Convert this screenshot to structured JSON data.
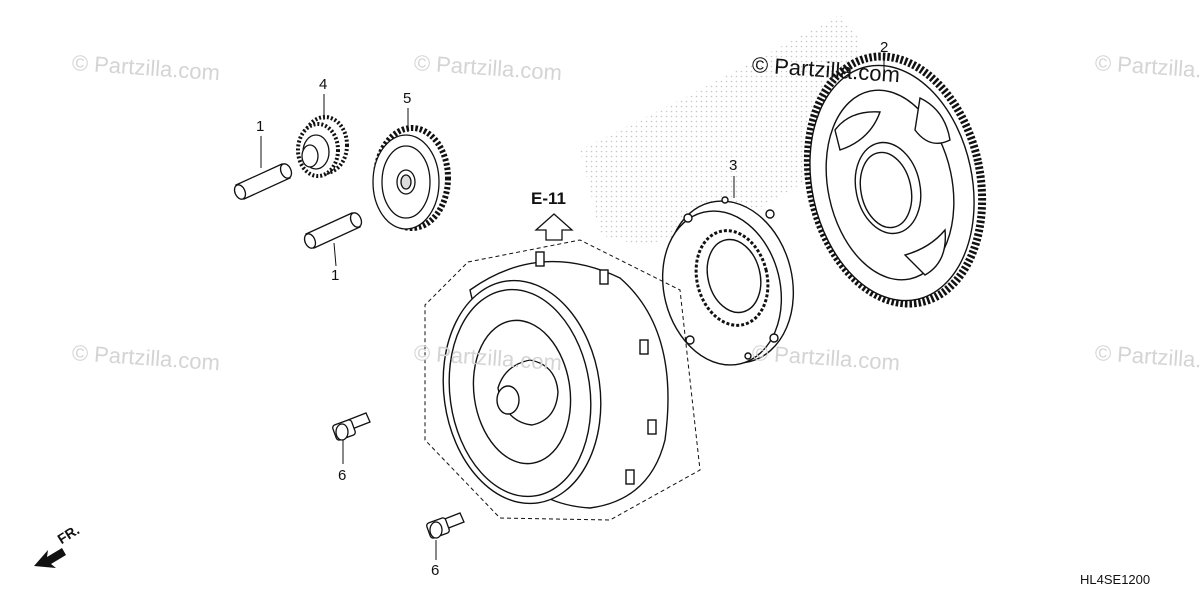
{
  "watermark": "© Partzilla.com",
  "callouts": {
    "c1_top": "1",
    "c1_bottom": "1",
    "c2": "2",
    "c3": "3",
    "c4": "4",
    "c5": "5",
    "c6_top": "6",
    "c6_bottom": "6"
  },
  "reference_label": "E-11",
  "front_indicator": "FR.",
  "diagram_code": "HL4SE1200"
}
